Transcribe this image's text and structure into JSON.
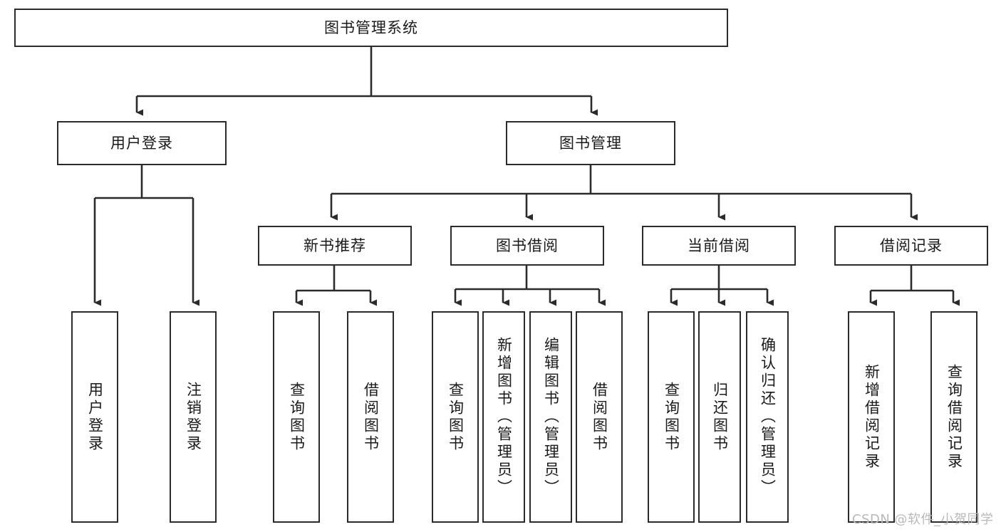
{
  "diagram": {
    "title": "图书管理系统",
    "type": "tree-hierarchy",
    "watermark": "CSDN @软件_小贺同学",
    "colors": {
      "box_border": "#2b2b2b",
      "box_fill": "#ffffff",
      "edge": "#2b2b2b",
      "text": "#1a1a1a",
      "watermark": "#b9b9b9",
      "background": "#ffffff"
    },
    "levels": {
      "root": {
        "label": "图书管理系统"
      },
      "level2": [
        {
          "id": "user-login",
          "label": "用户登录"
        },
        {
          "id": "book-management",
          "label": "图书管理"
        }
      ],
      "level3": [
        {
          "id": "new-book-recommend",
          "label": "新书推荐",
          "parent": "book-management"
        },
        {
          "id": "book-borrow",
          "label": "图书借阅",
          "parent": "book-management"
        },
        {
          "id": "current-borrow",
          "label": "当前借阅",
          "parent": "book-management"
        },
        {
          "id": "borrow-record",
          "label": "借阅记录",
          "parent": "book-management"
        }
      ],
      "leaves": [
        {
          "id": "leaf-user-login",
          "label": "用户登录",
          "parent": "user-login"
        },
        {
          "id": "leaf-logout",
          "label": "注销登录",
          "parent": "user-login"
        },
        {
          "id": "leaf-query-book-1",
          "label": "查询图书",
          "parent": "new-book-recommend"
        },
        {
          "id": "leaf-borrow-book-1",
          "label": "借阅图书",
          "parent": "new-book-recommend"
        },
        {
          "id": "leaf-query-book-2",
          "label": "查询图书",
          "parent": "book-borrow"
        },
        {
          "id": "leaf-add-book",
          "label": "新增图书（管理员）",
          "parent": "book-borrow"
        },
        {
          "id": "leaf-edit-book",
          "label": "编辑图书（管理员）",
          "parent": "book-borrow"
        },
        {
          "id": "leaf-borrow-book-2",
          "label": "借阅图书",
          "parent": "book-borrow"
        },
        {
          "id": "leaf-query-book-3",
          "label": "查询图书",
          "parent": "current-borrow"
        },
        {
          "id": "leaf-return-book",
          "label": "归还图书",
          "parent": "current-borrow"
        },
        {
          "id": "leaf-confirm-return",
          "label": "确认归还（管理员）",
          "parent": "current-borrow"
        },
        {
          "id": "leaf-add-record",
          "label": "新增借阅记录",
          "parent": "borrow-record"
        },
        {
          "id": "leaf-query-record",
          "label": "查询借阅记录",
          "parent": "borrow-record"
        }
      ]
    }
  }
}
